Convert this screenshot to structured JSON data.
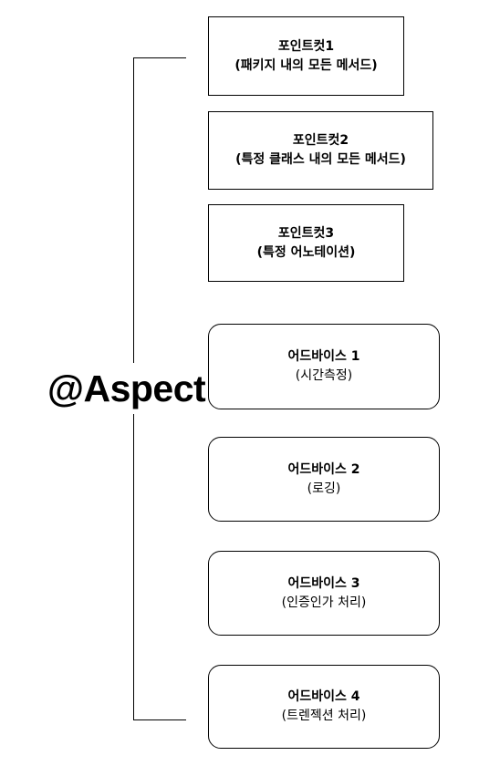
{
  "aspect_label": "@Aspect",
  "pointcuts": [
    {
      "title": "포인트컷1",
      "desc": "(패키지 내의 모든 메서드)"
    },
    {
      "title": "포인트컷2",
      "desc": "(특정 클래스 내의 모든 메서드)"
    },
    {
      "title": "포인트컷3",
      "desc": "(특정 어노테이션)"
    }
  ],
  "advices": [
    {
      "title": "어드바이스 1",
      "desc": "(시간측정)"
    },
    {
      "title": "어드바이스 2",
      "desc": "(로깅)"
    },
    {
      "title": "어드바이스 3",
      "desc": "(인증인가 처리)"
    },
    {
      "title": "어드바이스 4",
      "desc": "(트렌젝션 처리)"
    }
  ]
}
